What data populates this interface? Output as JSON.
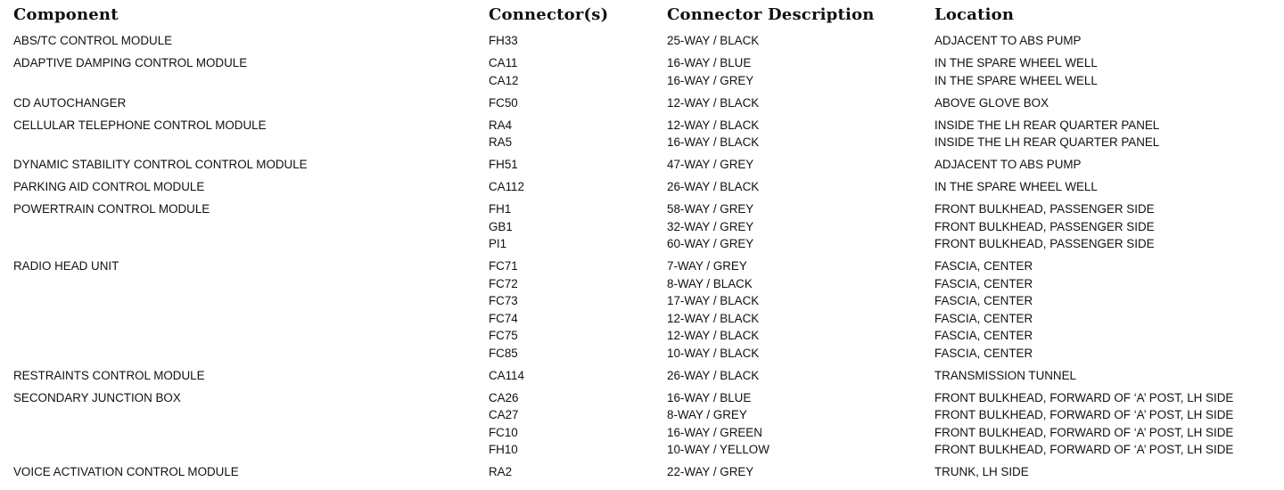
{
  "headers": {
    "component": "Component",
    "connectors": "Connector(s)",
    "description": "Connector Description",
    "location": "Location"
  },
  "rows": [
    {
      "component": "ABS/TC CONTROL MODULE",
      "connectors": [
        {
          "id": "FH33",
          "description": "25-WAY / BLACK",
          "location": "ADJACENT TO ABS PUMP"
        }
      ]
    },
    {
      "component": "ADAPTIVE DAMPING CONTROL MODULE",
      "connectors": [
        {
          "id": "CA11",
          "description": "16-WAY / BLUE",
          "location": "IN THE SPARE WHEEL WELL"
        },
        {
          "id": "CA12",
          "description": "16-WAY / GREY",
          "location": "IN THE SPARE WHEEL WELL"
        }
      ]
    },
    {
      "component": "CD AUTOCHANGER",
      "connectors": [
        {
          "id": "FC50",
          "description": "12-WAY / BLACK",
          "location": "ABOVE GLOVE BOX"
        }
      ]
    },
    {
      "component": "CELLULAR TELEPHONE CONTROL MODULE",
      "connectors": [
        {
          "id": "RA4",
          "description": "12-WAY / BLACK",
          "location": "INSIDE THE LH REAR QUARTER PANEL"
        },
        {
          "id": "RA5",
          "description": "16-WAY / BLACK",
          "location": "INSIDE THE LH REAR QUARTER PANEL"
        }
      ]
    },
    {
      "component": "DYNAMIC STABILITY CONTROL CONTROL MODULE",
      "connectors": [
        {
          "id": "FH51",
          "description": "47-WAY / GREY",
          "location": "ADJACENT TO ABS PUMP"
        }
      ]
    },
    {
      "component": "PARKING AID CONTROL MODULE",
      "connectors": [
        {
          "id": "CA112",
          "description": "26-WAY / BLACK",
          "location": "IN THE SPARE WHEEL WELL"
        }
      ]
    },
    {
      "component": "POWERTRAIN CONTROL MODULE",
      "connectors": [
        {
          "id": "FH1",
          "description": "58-WAY / GREY",
          "location": "FRONT BULKHEAD, PASSENGER SIDE"
        },
        {
          "id": "GB1",
          "description": "32-WAY / GREY",
          "location": "FRONT BULKHEAD, PASSENGER SIDE"
        },
        {
          "id": "PI1",
          "description": "60-WAY / GREY",
          "location": "FRONT BULKHEAD, PASSENGER SIDE"
        }
      ]
    },
    {
      "component": "RADIO HEAD UNIT",
      "connectors": [
        {
          "id": "FC71",
          "description": "7-WAY / GREY",
          "location": "FASCIA, CENTER"
        },
        {
          "id": "FC72",
          "description": "8-WAY / BLACK",
          "location": "FASCIA, CENTER"
        },
        {
          "id": "FC73",
          "description": "17-WAY / BLACK",
          "location": "FASCIA, CENTER"
        },
        {
          "id": "FC74",
          "description": "12-WAY / BLACK",
          "location": "FASCIA, CENTER"
        },
        {
          "id": "FC75",
          "description": "12-WAY / BLACK",
          "location": "FASCIA, CENTER"
        },
        {
          "id": "FC85",
          "description": "10-WAY / BLACK",
          "location": "FASCIA, CENTER"
        }
      ]
    },
    {
      "component": "RESTRAINTS CONTROL MODULE",
      "connectors": [
        {
          "id": "CA114",
          "description": "26-WAY / BLACK",
          "location": "TRANSMISSION TUNNEL"
        }
      ]
    },
    {
      "component": "SECONDARY JUNCTION BOX",
      "connectors": [
        {
          "id": "CA26",
          "description": "16-WAY / BLUE",
          "location": "FRONT BULKHEAD, FORWARD OF ‘A’ POST, LH SIDE"
        },
        {
          "id": "CA27",
          "description": "8-WAY / GREY",
          "location": "FRONT BULKHEAD, FORWARD OF ‘A’ POST, LH SIDE"
        },
        {
          "id": "FC10",
          "description": "16-WAY / GREEN",
          "location": "FRONT BULKHEAD, FORWARD OF ‘A’ POST, LH SIDE"
        },
        {
          "id": "FH10",
          "description": "10-WAY / YELLOW",
          "location": "FRONT BULKHEAD, FORWARD OF ‘A’ POST, LH SIDE"
        }
      ]
    },
    {
      "component": "VOICE ACTIVATION CONTROL MODULE",
      "connectors": [
        {
          "id": "RA2",
          "description": "22-WAY / GREY",
          "location": "TRUNK, LH SIDE"
        }
      ]
    }
  ]
}
